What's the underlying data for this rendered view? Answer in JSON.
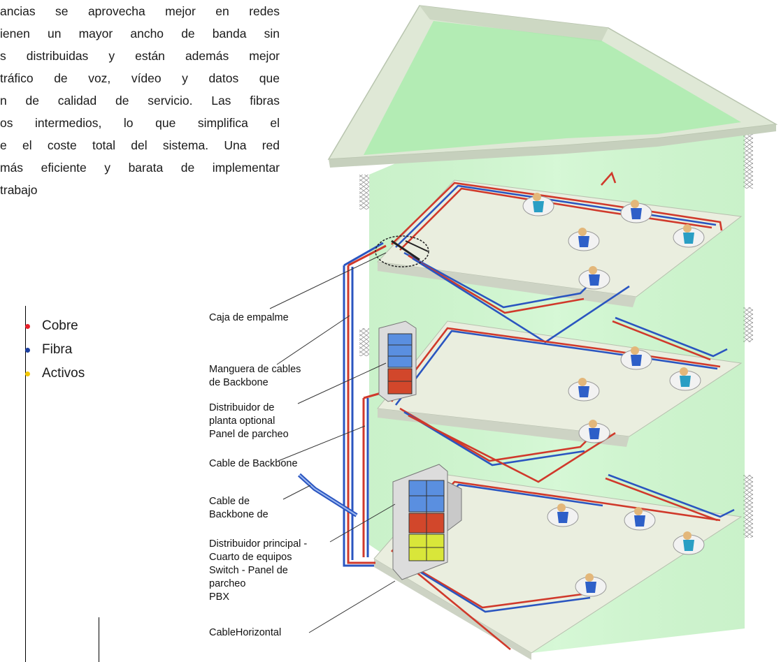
{
  "paragraph_lines": [
    "ancias se aprovecha mejor en redes",
    "ienen un mayor ancho de banda sin",
    "s distribuidas y están además mejor",
    " tráfico de voz, vídeo y datos que",
    "n de calidad de servicio. Las fibras",
    "os intermedios, lo que simplifica el",
    "e el coste total del sistema. Una red",
    "más eficiente y barata de implementar",
    "trabajo"
  ],
  "legend": [
    {
      "label": "Cobre",
      "color": "#e8202a"
    },
    {
      "label": "Fibra",
      "color": "#1c3fa0"
    },
    {
      "label": "Activos",
      "color": "#f5c800"
    }
  ],
  "labels": [
    {
      "key": "caja",
      "lines": [
        "Caja de empalme"
      ]
    },
    {
      "key": "manguera",
      "lines": [
        "Manguera de cables",
        "de Backbone"
      ]
    },
    {
      "key": "distribuidor_planta",
      "lines": [
        "Distribuidor de",
        "planta optional",
        "Panel de parcheo"
      ]
    },
    {
      "key": "cable_backbone",
      "lines": [
        "Cable de Backbone"
      ]
    },
    {
      "key": "cable_backbone_de",
      "lines": [
        "Cable de",
        "Backbone de"
      ]
    },
    {
      "key": "distribuidor_principal",
      "lines": [
        "Distribuidor principal -",
        "Cuarto de equipos",
        "Switch - Panel de",
        "parcheo",
        "PBX"
      ]
    },
    {
      "key": "horizontal",
      "lines": [
        "CableHorizontal"
      ]
    }
  ],
  "colors": {
    "copper": "#d0392b",
    "fiber": "#2a55c0",
    "wall": "#b9efb9",
    "floor": "#eaeedf",
    "roof": "#dfe8d6"
  }
}
